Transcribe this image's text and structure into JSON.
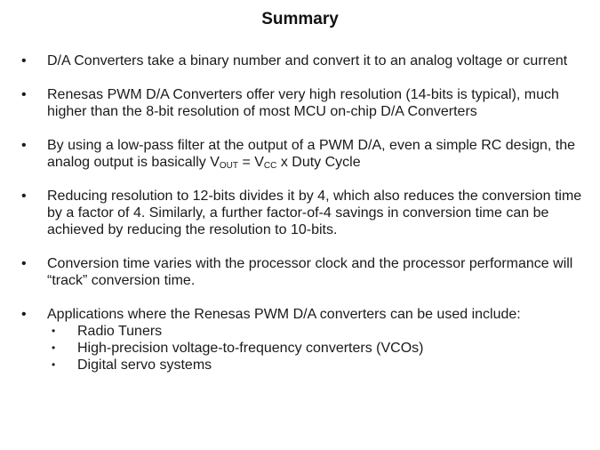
{
  "title": "Summary",
  "bullets": [
    {
      "text": "D/A Converters take a binary number and convert it to an analog voltage or current"
    },
    {
      "text": "Renesas PWM D/A Converters offer very high resolution (14-bits is typical), much higher than the 8-bit resolution of most MCU on-chip D/A Converters"
    },
    {
      "text_a": "By using a low-pass filter at the output of a PWM D/A, even a simple RC design, the analog output is basically V",
      "sub_a": "OUT",
      "text_b": " = V",
      "sub_b": "CC",
      "text_c": " x Duty Cycle"
    },
    {
      "text": "Reducing resolution to 12-bits divides it by 4, which also reduces the conversion time by a factor of 4. Similarly, a further factor-of-4 savings in conversion time can be achieved by reducing the resolution to 10-bits."
    },
    {
      "text": "Conversion time varies with the processor clock and the processor performance will “track” conversion time."
    },
    {
      "text": "Applications where the Renesas PWM D/A converters can be used include:",
      "subitems": [
        "Radio Tuners",
        "High-precision voltage-to-frequency converters (VCOs)",
        "Digital servo systems"
      ]
    }
  ]
}
